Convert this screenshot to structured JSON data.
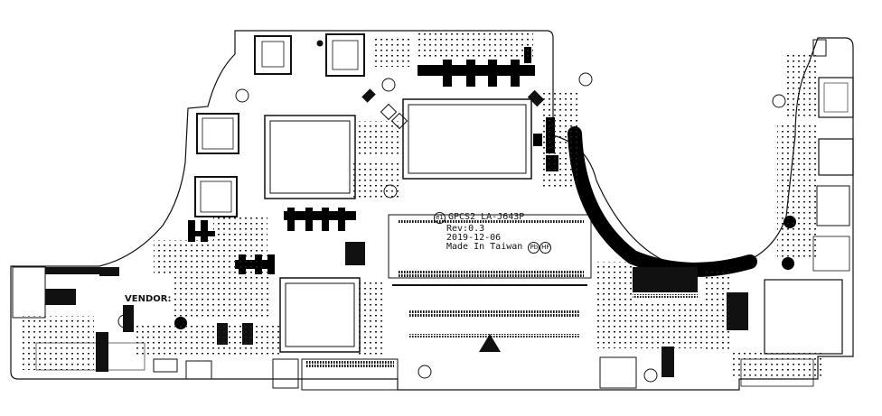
{
  "board_marking": {
    "model": "GPCS2 LA-J643P",
    "revision": "Rev:0.3",
    "date": "2019-12-06",
    "origin": "Made In Taiwan",
    "logo_left": "e1",
    "logo_pb": "Pb",
    "logo_hf": "HF"
  },
  "vendor_label": "VENDOR:",
  "colors": {
    "silkscreen": "#111111",
    "board": "#ffffff",
    "copper": "#000000"
  }
}
